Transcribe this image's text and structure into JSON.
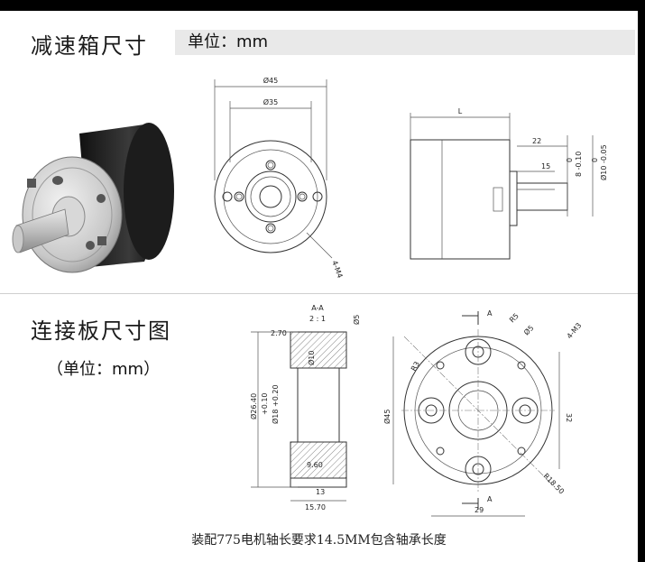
{
  "gearbox": {
    "title": "减速箱尺寸",
    "unit": "单位：mm",
    "front_view": {
      "outer_dia": "Ø45",
      "inner_dia": "Ø35",
      "holes": "4-M4"
    },
    "side_view": {
      "length": "L",
      "shaft_len": "22",
      "flat_len": "15",
      "tol_a": "0",
      "tol_b": "8 -0.10",
      "tol_c": "0",
      "tol_d": "Ø10 -0.05"
    }
  },
  "plate": {
    "title": "连接板尺寸图",
    "unit": "（单位：mm）",
    "section": {
      "title": "A-A",
      "scale": "2 : 1",
      "dims": [
        "2.70",
        "Ø5",
        "Ø10",
        "Ø26.40",
        "+0.10",
        "Ø18 +0.20",
        "9.60",
        "13",
        "15.70"
      ]
    },
    "face": {
      "dims": [
        "A",
        "R5",
        "Ø5",
        "4-M3",
        "Ø45",
        "R3",
        "32",
        "R18.50",
        "29",
        "A"
      ]
    }
  },
  "caption": "装配775电机轴长要求14.5MM包含轴承长度"
}
